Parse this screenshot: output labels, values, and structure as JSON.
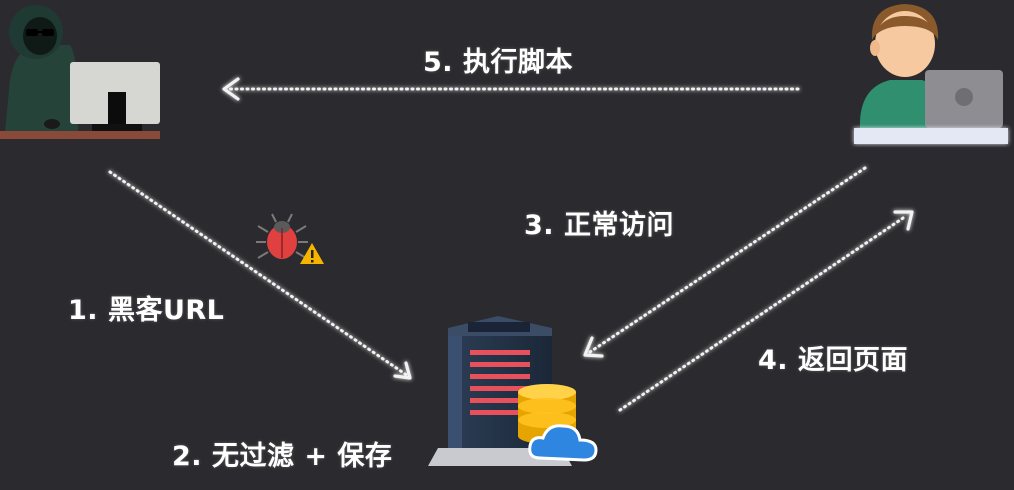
{
  "steps": [
    {
      "id": 1,
      "label": "1. 黑客URL"
    },
    {
      "id": 2,
      "label": "2. 无过滤 + 保存"
    },
    {
      "id": 3,
      "label": "3. 正常访问"
    },
    {
      "id": 4,
      "label": "4. 返回页面"
    },
    {
      "id": 5,
      "label": "5. 执行脚本"
    }
  ],
  "actors": {
    "hacker": "hacker-figure",
    "user": "user-figure",
    "server": "server-database-figure"
  },
  "icons": {
    "warning": "bug-warning-icon"
  },
  "colors": {
    "background": "#2b2b2f",
    "arrow": "#f2f2f2",
    "text": "#ffffff",
    "warning": "#f5b400",
    "bug": "#e04040"
  }
}
